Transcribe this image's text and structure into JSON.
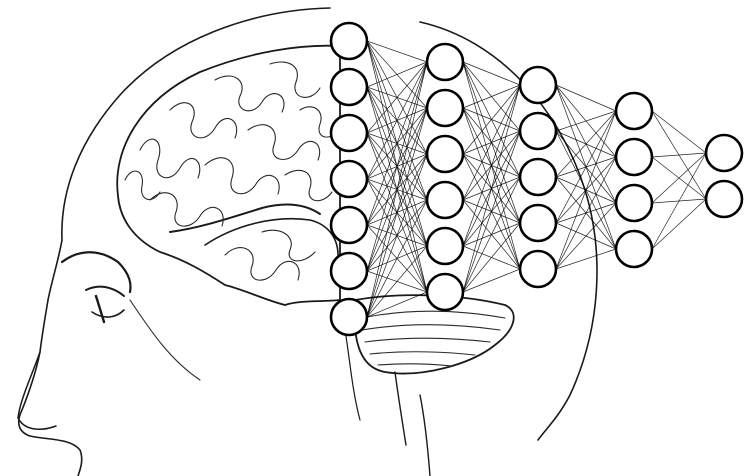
{
  "network": {
    "layer_sizes": [
      7,
      6,
      5,
      4,
      2
    ],
    "fully_connected": true
  },
  "colors": {
    "background": "#ffffff",
    "ink": "#000000",
    "node_fill": "#ffffff"
  }
}
